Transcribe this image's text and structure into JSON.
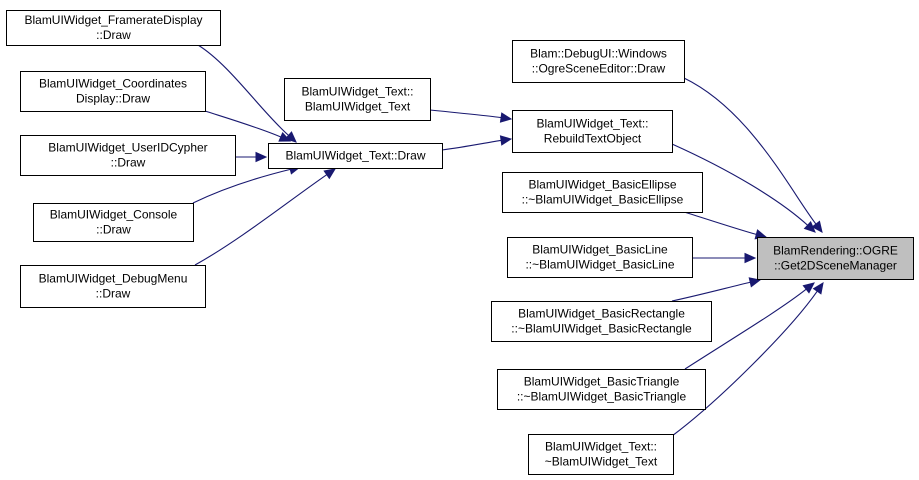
{
  "graph": {
    "edge_color": "#191970",
    "root_fill": "#bfbfbf",
    "nodes": [
      {
        "id": "n0",
        "lines": [
          "BlamRendering::OGRE",
          "::Get2DSceneManager"
        ]
      },
      {
        "id": "n1",
        "lines": [
          "Blam::DebugUI::Windows",
          "::OgreSceneEditor::Draw"
        ]
      },
      {
        "id": "n2",
        "lines": [
          "BlamUIWidget_Text::",
          "RebuildTextObject"
        ]
      },
      {
        "id": "n3",
        "lines": [
          "BlamUIWidget_Text::",
          "BlamUIWidget_Text"
        ]
      },
      {
        "id": "n4",
        "lines": [
          "BlamUIWidget_Text::Draw"
        ]
      },
      {
        "id": "n5",
        "lines": [
          "BlamUIWidget_FramerateDisplay",
          "::Draw"
        ]
      },
      {
        "id": "n6",
        "lines": [
          "BlamUIWidget_Coordinates",
          "Display::Draw"
        ]
      },
      {
        "id": "n7",
        "lines": [
          "BlamUIWidget_UserIDCypher",
          "::Draw"
        ]
      },
      {
        "id": "n8",
        "lines": [
          "BlamUIWidget_Console",
          "::Draw"
        ]
      },
      {
        "id": "n9",
        "lines": [
          "BlamUIWidget_DebugMenu",
          "::Draw"
        ]
      },
      {
        "id": "n10",
        "lines": [
          "BlamUIWidget_BasicEllipse",
          "::~BlamUIWidget_BasicEllipse"
        ]
      },
      {
        "id": "n11",
        "lines": [
          "BlamUIWidget_BasicLine",
          "::~BlamUIWidget_BasicLine"
        ]
      },
      {
        "id": "n12",
        "lines": [
          "BlamUIWidget_BasicRectangle",
          "::~BlamUIWidget_BasicRectangle"
        ]
      },
      {
        "id": "n13",
        "lines": [
          "BlamUIWidget_BasicTriangle",
          "::~BlamUIWidget_BasicTriangle"
        ]
      },
      {
        "id": "n14",
        "lines": [
          "BlamUIWidget_Text::",
          "~BlamUIWidget_Text"
        ]
      }
    ],
    "edges": [
      {
        "from": "n1",
        "to": "n0"
      },
      {
        "from": "n2",
        "to": "n0"
      },
      {
        "from": "n10",
        "to": "n0"
      },
      {
        "from": "n11",
        "to": "n0"
      },
      {
        "from": "n12",
        "to": "n0"
      },
      {
        "from": "n13",
        "to": "n0"
      },
      {
        "from": "n14",
        "to": "n0"
      },
      {
        "from": "n3",
        "to": "n2"
      },
      {
        "from": "n4",
        "to": "n2"
      },
      {
        "from": "n5",
        "to": "n4"
      },
      {
        "from": "n6",
        "to": "n4"
      },
      {
        "from": "n7",
        "to": "n4"
      },
      {
        "from": "n8",
        "to": "n4"
      },
      {
        "from": "n9",
        "to": "n4"
      }
    ]
  }
}
